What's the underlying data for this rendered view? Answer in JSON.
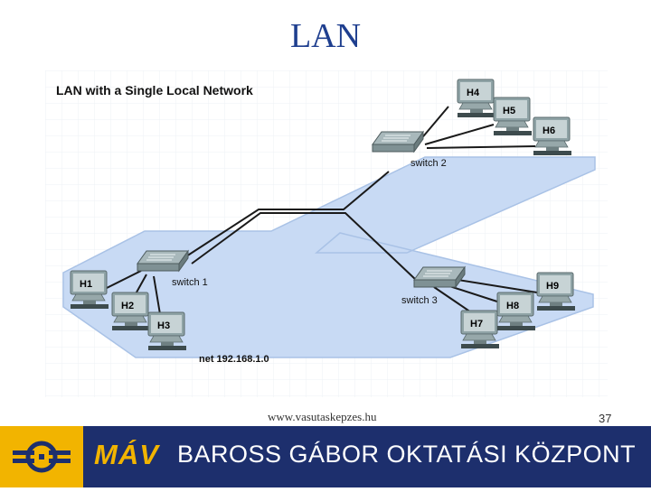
{
  "slide": {
    "title": "LAN"
  },
  "diagram": {
    "title": "LAN with a Single Local Network",
    "network_label": "net 192.168.1.0",
    "switches": [
      "switch 1",
      "switch 2",
      "switch 3"
    ],
    "hosts": [
      "H1",
      "H2",
      "H3",
      "H4",
      "H5",
      "H6",
      "H7",
      "H8",
      "H9"
    ],
    "colors": {
      "floor": "#c8daf4",
      "floor_edge": "#a9c2e6",
      "cable": "#1a1a1a",
      "monitor": "#8fa3a6",
      "screen": "#c7d3d5"
    }
  },
  "footer": {
    "url": "www.vasutaskepzes.hu",
    "page_number": "37"
  },
  "banner": {
    "brand": "MÁV",
    "text": "BAROSS GÁBOR OKTATÁSI KÖZPONT",
    "logo_icon": "mav-wheel-logo-icon",
    "colors": {
      "background": "#1d2f6d",
      "accent": "#f2b400"
    }
  }
}
